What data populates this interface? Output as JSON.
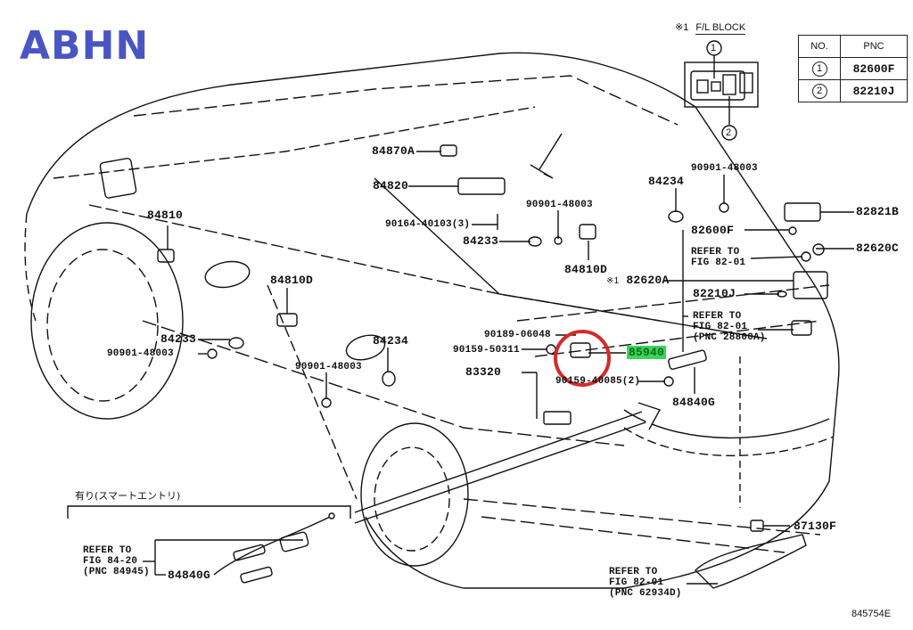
{
  "watermark": "ABHN",
  "figure_number": "845754E",
  "fl_block": {
    "mark": "※1",
    "title": "F/L BLOCK",
    "callouts": [
      "1",
      "2"
    ]
  },
  "pnc_table": {
    "headers": [
      "NO.",
      "PNC"
    ],
    "rows": [
      {
        "no": "1",
        "pnc": "82600F"
      },
      {
        "no": "2",
        "pnc": "82210J"
      }
    ]
  },
  "highlighted_part": {
    "pnc": "85940",
    "highlight_color": "#3bd35a",
    "circle_color": "#d42a2a"
  },
  "smart_entry_group": {
    "heading": "有り(スマートエントリ)",
    "refer": [
      "REFER TO",
      "FIG 84-20",
      "(PNC 84945)"
    ],
    "part": "84840G"
  },
  "labels": {
    "p84870A": "84870A",
    "p84820": "84820",
    "p90164": "90164-40103(3)",
    "p90901_top": "90901-48003",
    "p84233_top": "84233",
    "p84810D_top": "84810D",
    "p84810": "84810",
    "p84810D_left": "84810D",
    "p84233_left": "84233",
    "p90901_left": "90901-48003",
    "p84234_mid": "84234",
    "p90901_mid": "90901-48003",
    "p84234_right": "84234",
    "p90901_right": "90901-48003",
    "p82821B": "82821B",
    "p82600F": "82600F",
    "refer_82_01": [
      "REFER TO",
      "FIG 82-01"
    ],
    "p82620C": "82620C",
    "p82620A_mark": "※1",
    "p82620A": "82620A",
    "p82210J": "82210J",
    "refer_28800A": [
      "REFER TO",
      "FIG 82-01",
      "(PNC 28800A)"
    ],
    "p90189": "90189-06048",
    "p90159_50311": "90159-50311",
    "p83320": "83320",
    "p90159_40085": "90159-40085(2)",
    "p84840G": "84840G",
    "p87130F": "87130F",
    "refer_62934D": [
      "REFER TO",
      "FIG 82-01",
      "(PNC 62934D)"
    ]
  }
}
